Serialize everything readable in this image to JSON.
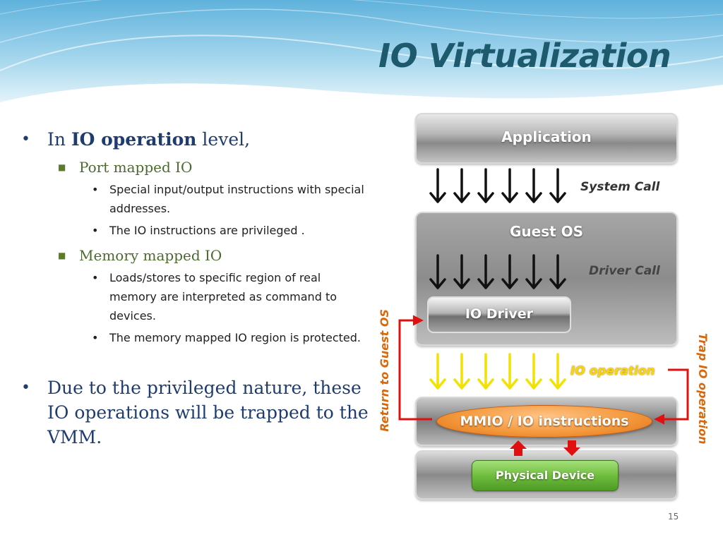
{
  "slide": {
    "title": "IO Virtualization",
    "page_number": "15"
  },
  "bullets": {
    "b1_prefix": "In ",
    "b1_bold": "IO operation",
    "b1_suffix": " level,",
    "port_mapped": "Port mapped IO",
    "port_sub1": "Special input/output instructions with special addresses.",
    "port_sub2": "The IO instructions are privileged .",
    "memory_mapped": "Memory mapped IO",
    "mem_sub1": "Loads/stores to specific region of real memory are interpreted as command to devices.",
    "mem_sub2": "The memory mapped IO region is protected.",
    "b2": "Due to the privileged nature, these IO operations will be trapped to the VMM."
  },
  "diagram": {
    "application": "Application",
    "system_call": "System Call",
    "guest_os": "Guest OS",
    "driver_call": "Driver Call",
    "io_driver": "IO Driver",
    "io_operation": "IO operation",
    "mmio": "MMIO / IO instructions",
    "physical_device": "Physical Device",
    "return_to_guest": "Return to Guest OS",
    "trap_io": "Trap IO operation"
  },
  "colors": {
    "title": "#1e5a6e",
    "level1_text": "#1f3c6e",
    "level2_text": "#4b6a2e",
    "io_operation_label": "#ffd400",
    "side_labels": "#d9680a",
    "red_arrows": "#e01010"
  }
}
